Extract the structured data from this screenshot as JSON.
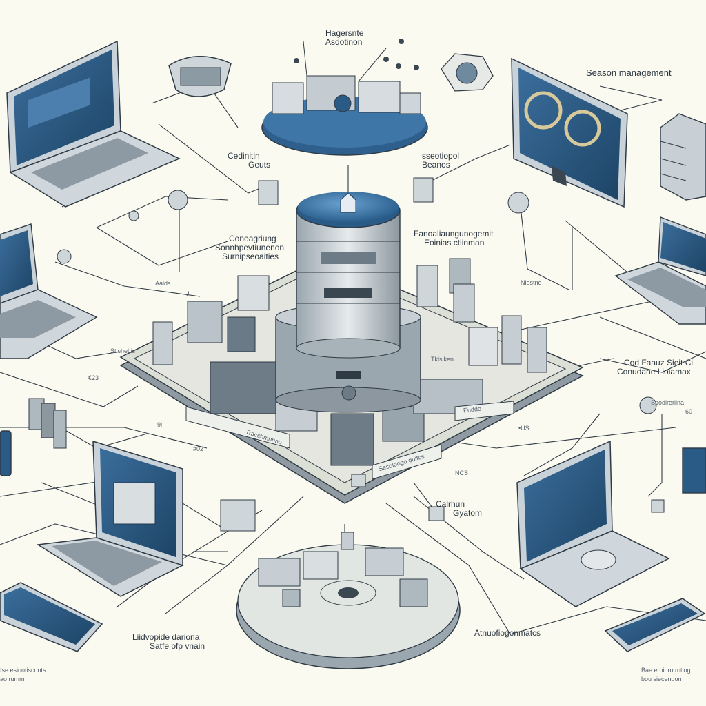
{
  "colors": {
    "background": "#fbfaf1",
    "line": "#3a4650",
    "screen_blue": "#2a5a86",
    "screen_light": "#5a8dbb",
    "device_grey": "#c9d2d8",
    "platform_top": "#dcdfd6",
    "cylinder_top": "#3d78ad"
  },
  "labels": {
    "top_center": [
      "Hagersnte",
      "Asdotinon"
    ],
    "top_right": "Season management",
    "left_upper": [
      "Cedinitin",
      "Geuts"
    ],
    "right_upper": [
      "sseotiopol",
      "Beanos"
    ],
    "left_mid": [
      "Conoagriung",
      "Sonnhpevtiunenon",
      "Surnipseoaities"
    ],
    "right_mid": [
      "Fanoaliaungunogemit",
      "Eoinias ctiinman"
    ],
    "stick_label": "Stichel is",
    "right_side": [
      "Cod Faauz Sieit Ci",
      "Conudane Lioiamax"
    ],
    "right_small": [
      "Spodirerlina",
      "60"
    ],
    "bottom_center": [
      "Calrhun",
      "Gyatom"
    ],
    "bottom_left": [
      "Liidvopide dariona",
      "Satfe ofp vnain"
    ],
    "bottom_right": "Atnuofiogonmatcs",
    "bottom_left_corner": [
      "Ise esiootisconts",
      "ao rumm"
    ],
    "bottom_right_corner": [
      "Bae eroiorotrotiog",
      "bou siecendon"
    ],
    "platform_tags": [
      "Tracchmnnno",
      "Sesoloogo guitcs",
      "Euddo"
    ],
    "small_tags": [
      "Aalds",
      "Tklsiken",
      "Nlostno"
    ],
    "tiny_marks": [
      "€23",
      "#02",
      "•US",
      "NCS",
      "9l",
      "J"
    ]
  }
}
